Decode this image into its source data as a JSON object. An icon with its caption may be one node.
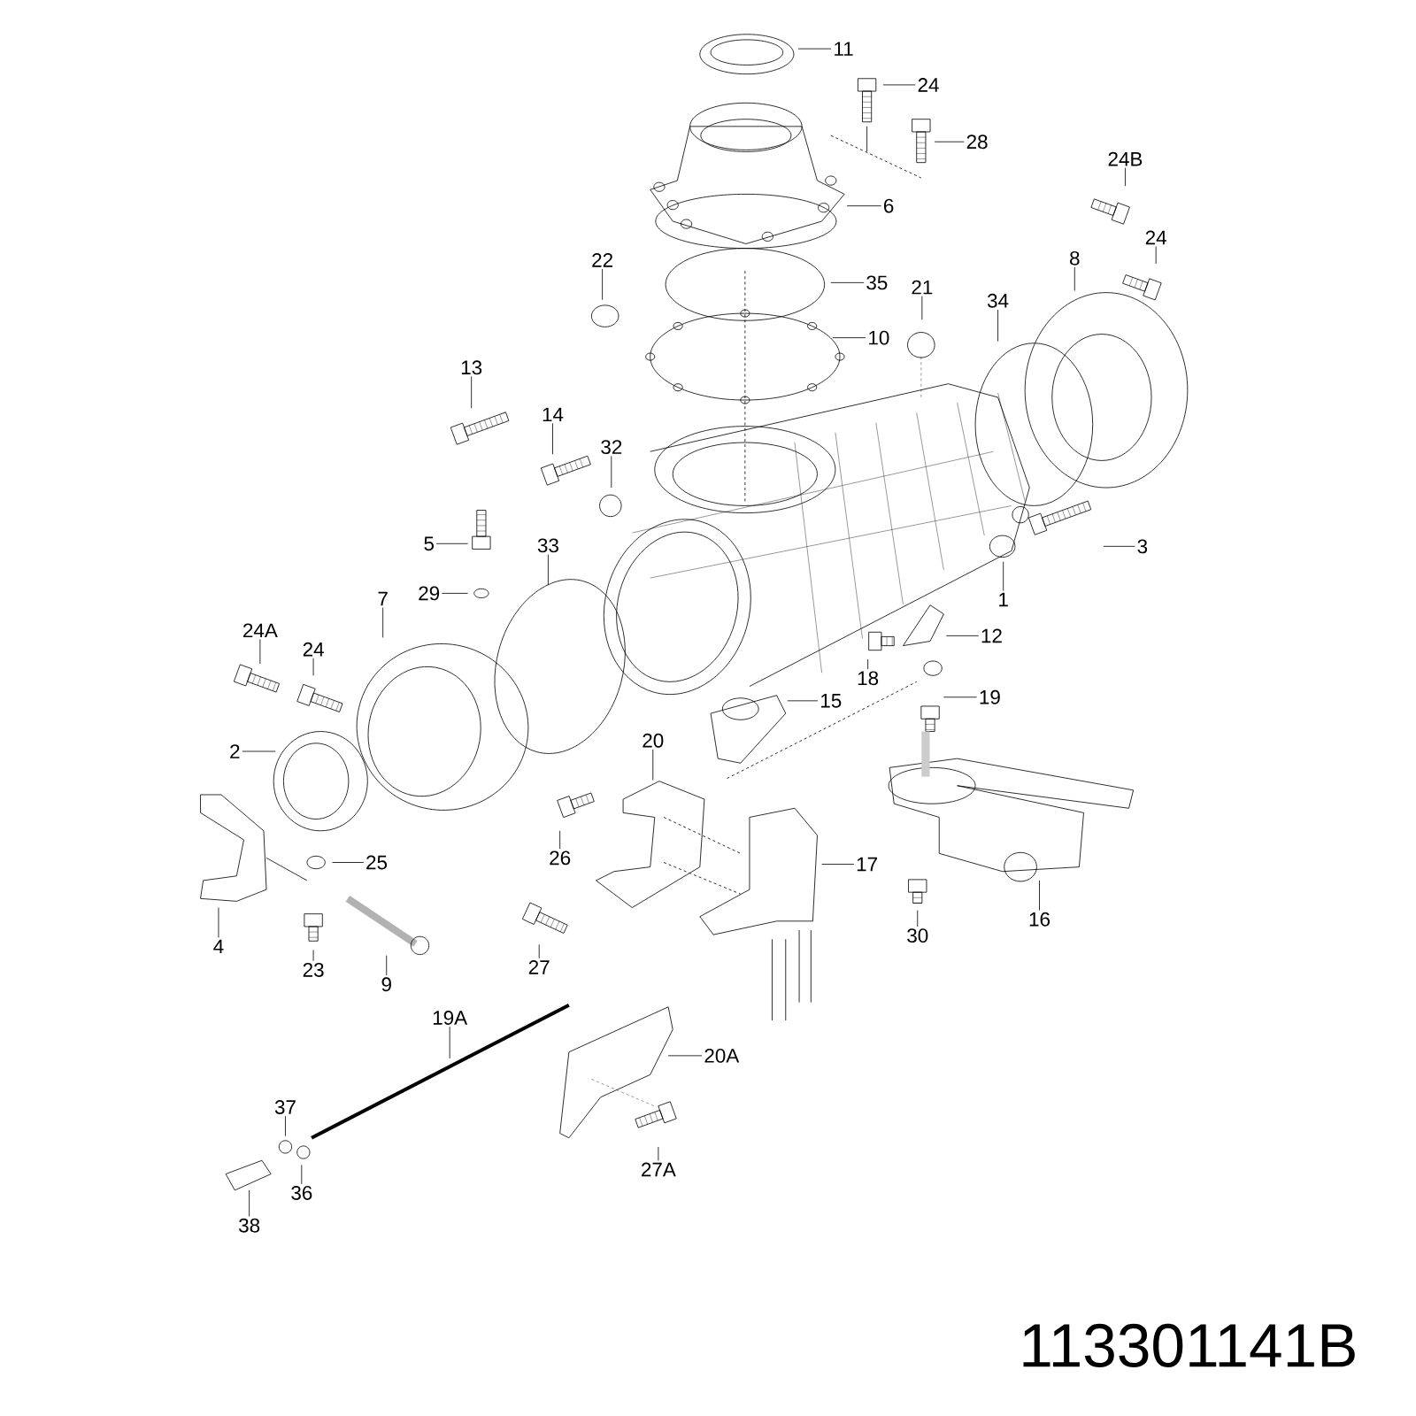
{
  "diagram": {
    "nodes": [
      {
        "text": [
          "11"
        ]
      },
      {
        "text": [
          "24"
        ]
      },
      {
        "text": [
          "28"
        ]
      },
      {
        "text": [
          "24B"
        ]
      },
      {
        "text": [
          "6"
        ]
      },
      {
        "text": [
          "24"
        ]
      },
      {
        "text": [
          "8"
        ]
      },
      {
        "text": [
          "22"
        ]
      },
      {
        "text": [
          "35"
        ]
      },
      {
        "text": [
          "21"
        ]
      },
      {
        "text": [
          "34"
        ]
      },
      {
        "text": [
          "10"
        ]
      },
      {
        "text": [
          "13"
        ]
      },
      {
        "text": [
          "14"
        ]
      },
      {
        "text": [
          "32"
        ]
      },
      {
        "text": [
          "5"
        ]
      },
      {
        "text": [
          "33"
        ]
      },
      {
        "text": [
          "3"
        ]
      },
      {
        "text": [
          "29"
        ]
      },
      {
        "text": [
          "1"
        ]
      },
      {
        "text": [
          "7"
        ]
      },
      {
        "text": [
          "24A"
        ]
      },
      {
        "text": [
          "12"
        ]
      },
      {
        "text": [
          "24"
        ]
      },
      {
        "text": [
          "18"
        ]
      },
      {
        "text": [
          "19"
        ]
      },
      {
        "text": [
          "15"
        ]
      },
      {
        "text": [
          "20"
        ]
      },
      {
        "text": [
          "2"
        ]
      },
      {
        "text": [
          "25"
        ]
      },
      {
        "text": [
          "17"
        ]
      },
      {
        "text": [
          "26"
        ]
      },
      {
        "text": [
          "4"
        ]
      },
      {
        "text": [
          "30"
        ]
      },
      {
        "text": [
          "16"
        ]
      },
      {
        "text": [
          "23"
        ]
      },
      {
        "text": [
          "9"
        ]
      },
      {
        "text": [
          "27"
        ]
      },
      {
        "text": [
          "19A"
        ]
      },
      {
        "text": [
          "20A"
        ]
      },
      {
        "text": [
          "37"
        ]
      },
      {
        "text": [
          "36"
        ]
      },
      {
        "text": [
          "27A"
        ]
      },
      {
        "text": [
          "38"
        ]
      }
    ],
    "edges": [
      {
        "from": 0,
        "to": null,
        "arrow": "none"
      },
      {
        "from": 1,
        "to": null,
        "arrow": "none"
      },
      {
        "from": 2,
        "to": null,
        "arrow": "none"
      },
      {
        "from": 3,
        "to": null,
        "arrow": "none"
      },
      {
        "from": 4,
        "to": null,
        "arrow": "none"
      },
      {
        "from": 5,
        "to": null,
        "arrow": "none"
      },
      {
        "from": 6,
        "to": null,
        "arrow": "none"
      },
      {
        "from": 7,
        "to": null,
        "arrow": "none"
      },
      {
        "from": 8,
        "to": null,
        "arrow": "none"
      },
      {
        "from": 9,
        "to": null,
        "arrow": "none"
      },
      {
        "from": 10,
        "to": null,
        "arrow": "none"
      },
      {
        "from": 11,
        "to": null,
        "arrow": "none"
      },
      {
        "from": 12,
        "to": null,
        "arrow": "none"
      },
      {
        "from": 13,
        "to": null,
        "arrow": "none"
      },
      {
        "from": 14,
        "to": null,
        "arrow": "none"
      },
      {
        "from": 15,
        "to": null,
        "arrow": "none"
      },
      {
        "from": 16,
        "to": null,
        "arrow": "none"
      },
      {
        "from": 17,
        "to": null,
        "arrow": "none"
      },
      {
        "from": 18,
        "to": null,
        "arrow": "none"
      },
      {
        "from": 19,
        "to": null,
        "arrow": "none"
      },
      {
        "from": 20,
        "to": null,
        "arrow": "none"
      },
      {
        "from": 21,
        "to": null,
        "arrow": "none"
      },
      {
        "from": 22,
        "to": null,
        "arrow": "none"
      },
      {
        "from": 23,
        "to": null,
        "arrow": "none"
      },
      {
        "from": 24,
        "to": null,
        "arrow": "none"
      },
      {
        "from": 25,
        "to": null,
        "arrow": "none"
      },
      {
        "from": 26,
        "to": null,
        "arrow": "none"
      },
      {
        "from": 27,
        "to": null,
        "arrow": "none"
      },
      {
        "from": 28,
        "to": null,
        "arrow": "none"
      },
      {
        "from": 29,
        "to": null,
        "arrow": "none"
      },
      {
        "from": 30,
        "to": null,
        "arrow": "none"
      },
      {
        "from": 31,
        "to": null,
        "arrow": "none"
      },
      {
        "from": 32,
        "to": null,
        "arrow": "none"
      },
      {
        "from": 33,
        "to": null,
        "arrow": "none"
      },
      {
        "from": 34,
        "to": null,
        "arrow": "none"
      },
      {
        "from": 35,
        "to": null,
        "arrow": "none"
      },
      {
        "from": 36,
        "to": null,
        "arrow": "none"
      },
      {
        "from": 37,
        "to": null,
        "arrow": "none"
      },
      {
        "from": 38,
        "to": null,
        "arrow": "none"
      },
      {
        "from": 39,
        "to": null,
        "arrow": "none"
      },
      {
        "from": 40,
        "to": null,
        "arrow": "none"
      },
      {
        "from": 41,
        "to": null,
        "arrow": "none"
      },
      {
        "from": 42,
        "to": null,
        "arrow": "none"
      },
      {
        "from": 43,
        "to": null,
        "arrow": "none"
      }
    ],
    "labels": [
      "113301141B"
    ]
  }
}
